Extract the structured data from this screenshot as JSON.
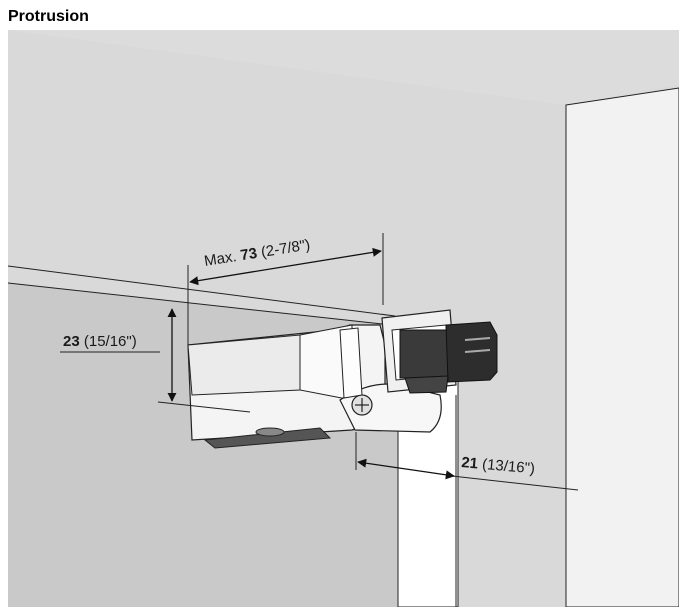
{
  "title": "Protrusion",
  "dimensions": {
    "width": {
      "prefix": "Max. ",
      "value": "73",
      "suffix": " (2-7/8\")"
    },
    "height": {
      "value": "23",
      "suffix": " (15/16\")"
    },
    "protrusion": {
      "value": "21",
      "suffix": " (13/16\")"
    }
  }
}
